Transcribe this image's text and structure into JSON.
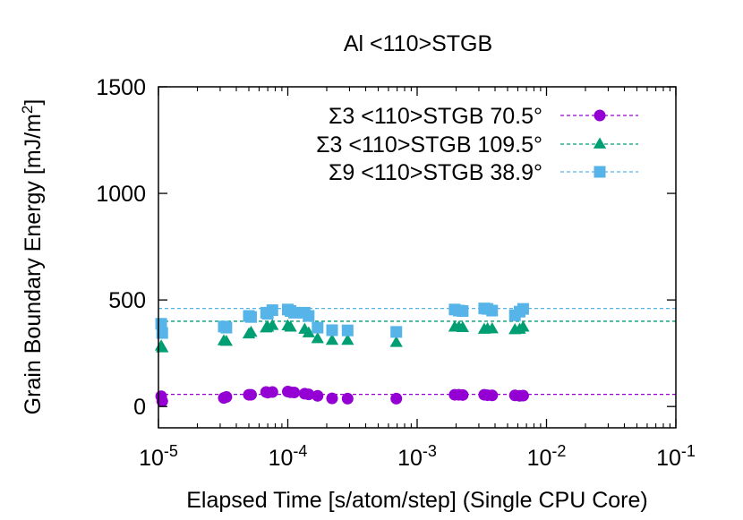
{
  "chart_data": {
    "type": "scatter",
    "title": "Al <110>STGB",
    "xlabel": "Elapsed Time [s/atom/step] (Single CPU Core)",
    "ylabel_main": "Grain Boundary Energy [mJ/m",
    "ylabel_sup": "2",
    "ylabel_close": "]",
    "x_scale": "log",
    "xlim": [
      1e-05,
      0.1
    ],
    "ylim": [
      -100,
      1500
    ],
    "x_ticks": [
      {
        "value": 1e-05,
        "base": "10",
        "exp": "-5"
      },
      {
        "value": 0.0001,
        "base": "10",
        "exp": "-4"
      },
      {
        "value": 0.001,
        "base": "10",
        "exp": "-3"
      },
      {
        "value": 0.01,
        "base": "10",
        "exp": "-2"
      },
      {
        "value": 0.1,
        "base": "10",
        "exp": "-1"
      }
    ],
    "y_ticks": [
      {
        "value": 0,
        "label": "0"
      },
      {
        "value": 500,
        "label": "500"
      },
      {
        "value": 1000,
        "label": "1000"
      },
      {
        "value": 1500,
        "label": "1500"
      }
    ],
    "grid": false,
    "legend_position": "top-right",
    "series": [
      {
        "name": "Σ3 <110>STGB 70.5°",
        "color": "#9400d3",
        "marker": "circle",
        "reference_y": 57,
        "points": [
          [
            1.05e-05,
            48
          ],
          [
            1.07e-05,
            25
          ],
          [
            3.2e-05,
            40
          ],
          [
            3.35e-05,
            45
          ],
          [
            5e-05,
            55
          ],
          [
            5.2e-05,
            55
          ],
          [
            6.8e-05,
            68
          ],
          [
            7e-05,
            65
          ],
          [
            7.6e-05,
            68
          ],
          [
            0.0001,
            70
          ],
          [
            0.000105,
            67
          ],
          [
            0.000112,
            66
          ],
          [
            0.000135,
            60
          ],
          [
            0.000145,
            57
          ],
          [
            0.00017,
            50
          ],
          [
            0.00022,
            38
          ],
          [
            0.00029,
            37
          ],
          [
            0.00069,
            37
          ],
          [
            0.00195,
            55
          ],
          [
            0.0021,
            55
          ],
          [
            0.00225,
            54
          ],
          [
            0.0033,
            55
          ],
          [
            0.0035,
            53
          ],
          [
            0.0038,
            52
          ],
          [
            0.0057,
            52
          ],
          [
            0.0062,
            50
          ],
          [
            0.0066,
            51
          ]
        ]
      },
      {
        "name": "Σ3 <110>STGB 109.5°",
        "color": "#009e73",
        "marker": "triangle",
        "reference_y": 400,
        "points": [
          [
            1.05e-05,
            283
          ],
          [
            1.07e-05,
            275
          ],
          [
            3.2e-05,
            308
          ],
          [
            3.35e-05,
            305
          ],
          [
            5e-05,
            340
          ],
          [
            5.2e-05,
            348
          ],
          [
            6.8e-05,
            368
          ],
          [
            7e-05,
            372
          ],
          [
            7.6e-05,
            380
          ],
          [
            0.0001,
            378
          ],
          [
            0.000105,
            372
          ],
          [
            0.000135,
            362
          ],
          [
            0.000145,
            345
          ],
          [
            0.00017,
            318
          ],
          [
            0.00022,
            310
          ],
          [
            0.00029,
            310
          ],
          [
            0.00069,
            300
          ],
          [
            0.00195,
            372
          ],
          [
            0.0021,
            372
          ],
          [
            0.00225,
            370
          ],
          [
            0.0033,
            362
          ],
          [
            0.0035,
            364
          ],
          [
            0.0038,
            364
          ],
          [
            0.0057,
            360
          ],
          [
            0.0062,
            362
          ],
          [
            0.0066,
            372
          ]
        ]
      },
      {
        "name": "Σ9 <110>STGB 38.9°",
        "color": "#56b4e9",
        "marker": "square",
        "reference_y": 460,
        "points": [
          [
            1.05e-05,
            388
          ],
          [
            1.07e-05,
            345
          ],
          [
            3.2e-05,
            375
          ],
          [
            3.35e-05,
            370
          ],
          [
            5e-05,
            425
          ],
          [
            5.2e-05,
            420
          ],
          [
            6.8e-05,
            440
          ],
          [
            7e-05,
            435
          ],
          [
            7.6e-05,
            452
          ],
          [
            0.0001,
            455
          ],
          [
            0.000105,
            448
          ],
          [
            0.000112,
            440
          ],
          [
            0.000135,
            440
          ],
          [
            0.000145,
            425
          ],
          [
            0.00017,
            370
          ],
          [
            0.00022,
            358
          ],
          [
            0.00029,
            357
          ],
          [
            0.00069,
            350
          ],
          [
            0.00195,
            455
          ],
          [
            0.0021,
            450
          ],
          [
            0.00225,
            448
          ],
          [
            0.0033,
            460
          ],
          [
            0.0035,
            458
          ],
          [
            0.0038,
            450
          ],
          [
            0.0057,
            428
          ],
          [
            0.0062,
            445
          ],
          [
            0.0066,
            458
          ]
        ]
      }
    ]
  }
}
